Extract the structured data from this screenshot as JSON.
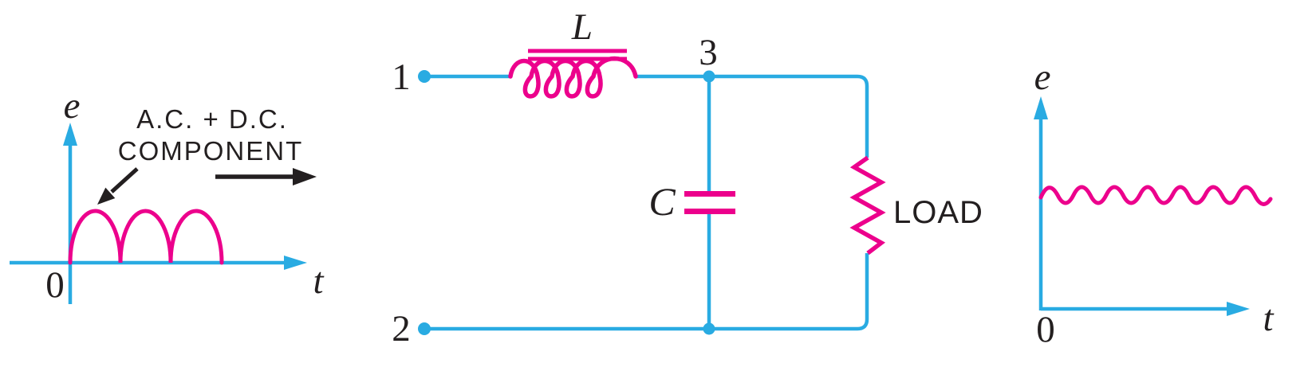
{
  "colors": {
    "wire": "#29ABE2",
    "component": "#EC008C",
    "label": "#231F20",
    "background": "#FFFFFF"
  },
  "input_graph": {
    "y_axis_label": "e",
    "x_axis_label": "t",
    "origin_label": "0",
    "waveform": "full-wave-rectified-sine",
    "hump_count": 3,
    "annotation": {
      "line1": "A.C. + D.C.",
      "line2": "COMPONENT"
    }
  },
  "circuit": {
    "terminal_top_label": "1",
    "terminal_bottom_label": "2",
    "node_label": "3",
    "inductor_label": "L",
    "capacitor_label": "C",
    "load_label": "LOAD"
  },
  "output_graph": {
    "y_axis_label": "e",
    "x_axis_label": "t",
    "origin_label": "0",
    "waveform": "dc-with-ripple"
  }
}
